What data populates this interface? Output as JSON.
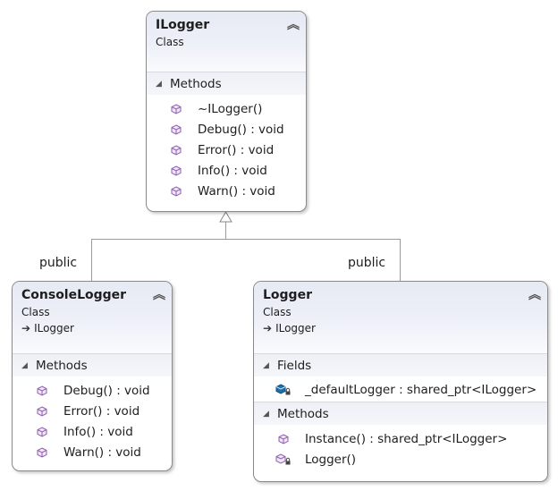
{
  "ilogger": {
    "title": "ILogger",
    "kind": "Class",
    "methods_label": "Methods",
    "methods": [
      "~ILogger()",
      "Debug() : void",
      "Error() : void",
      "Info() : void",
      "Warn() : void"
    ]
  },
  "console_logger": {
    "title": "ConsoleLogger",
    "kind": "Class",
    "base": "ILogger",
    "methods_label": "Methods",
    "methods": [
      "Debug() : void",
      "Error() : void",
      "Info() : void",
      "Warn() : void"
    ]
  },
  "logger": {
    "title": "Logger",
    "kind": "Class",
    "base": "ILogger",
    "fields_label": "Fields",
    "fields": [
      "_defaultLogger : shared_ptr<ILogger>"
    ],
    "methods_label": "Methods",
    "methods": [
      "Instance() : shared_ptr<ILogger>",
      "Logger()"
    ]
  },
  "connectors": {
    "left_label": "public",
    "right_label": "public"
  },
  "colors": {
    "method_icon": "#8f5fb0",
    "field_icon": "#1e6fa8",
    "header_top": "#e6eaf4",
    "border": "#8a8a8a"
  },
  "icons": {
    "method": "cube-icon",
    "field": "field-icon",
    "lock": "lock-icon",
    "collapse": "chevron-double-up-icon"
  }
}
